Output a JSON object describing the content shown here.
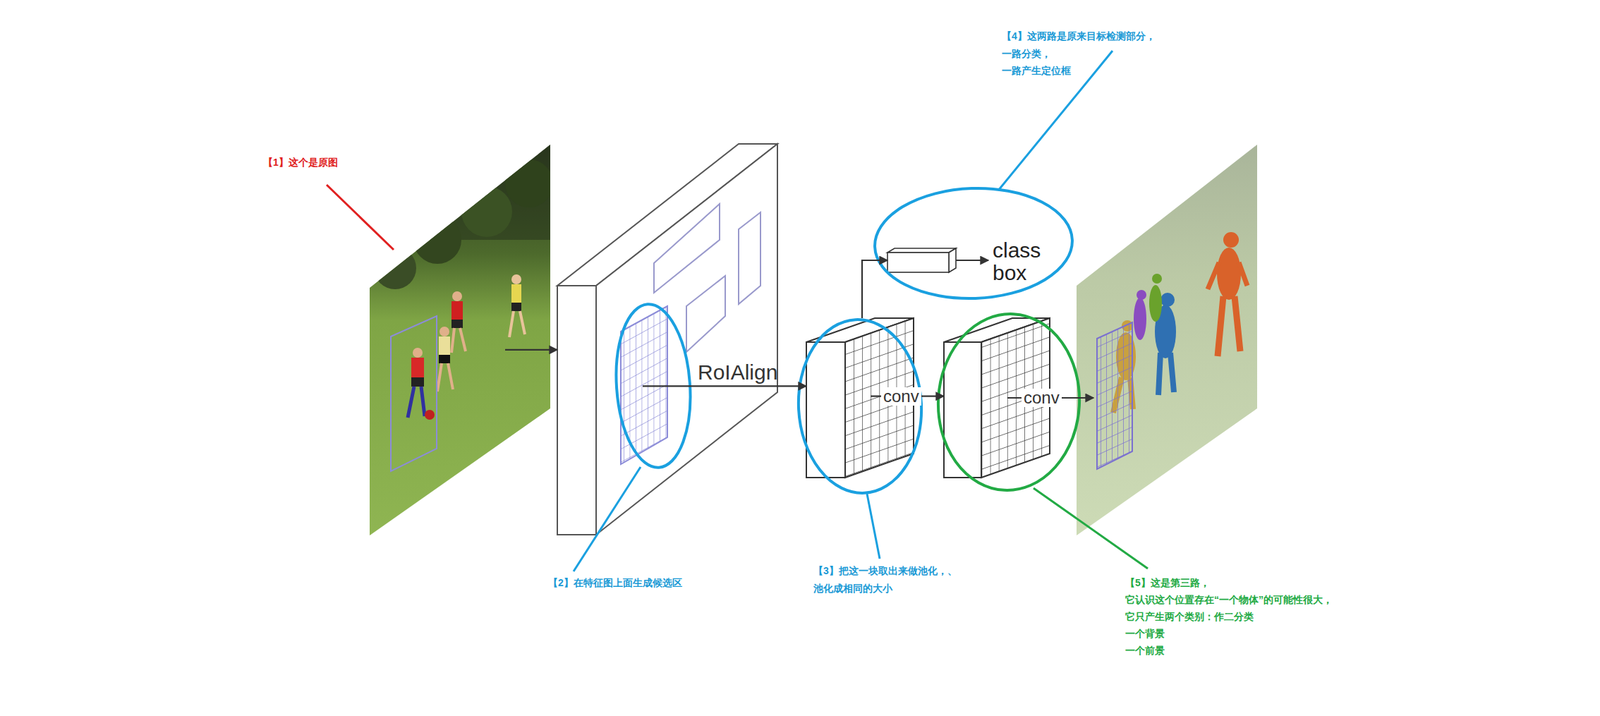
{
  "diagram": {
    "nodes": [
      {
        "text": []
      },
      {
        "text": []
      },
      {
        "text": [],
        "in": 1
      },
      {
        "text": []
      },
      {
        "text": []
      },
      {
        "text": [
          "class box"
        ]
      },
      {
        "text": []
      },
      {
        "text": []
      }
    ],
    "edges": [
      {
        "from": 0,
        "to": 1,
        "arrow": "to"
      },
      {
        "from": 2,
        "to": 3,
        "arrow": "to",
        "label": "RoIAlign"
      },
      {
        "from": 3,
        "to": 4,
        "arrow": "to"
      },
      {
        "from": 4,
        "to": 5,
        "arrow": "to"
      },
      {
        "from": 3,
        "to": 6,
        "arrow": "to",
        "label": "conv"
      },
      {
        "from": 6,
        "to": 7,
        "arrow": "to",
        "label": "conv"
      }
    ],
    "labels": [
      "【1】这个是原图",
      "【2】在特征图上面生成候选区",
      "【3】把这一块取出来做池化，、",
      "池化成相同的大小",
      "【4】这两路是原来目标检测部分，",
      "一路分类，",
      "一路产生定位框",
      "【5】这是第三路，",
      "它认识这个位置存在“一个物体”的可能性很大，",
      "它只产生两个类别：作二分类",
      "一个背景",
      "一个前景"
    ]
  }
}
